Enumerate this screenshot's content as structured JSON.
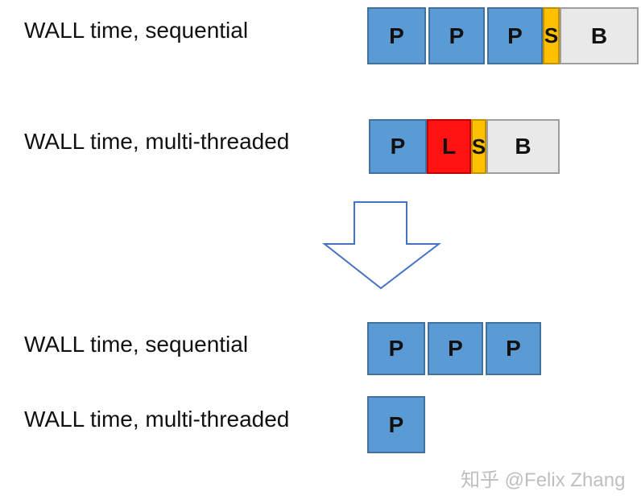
{
  "colors": {
    "blue_fill": "#5B9BD5",
    "blue_border": "#41719C",
    "red_fill": "#FF1212",
    "red_border": "#C00000",
    "yellow_fill": "#FFC000",
    "yellow_border": "#BF9000",
    "gray_fill": "#E9E9E9",
    "gray_border": "#9E9E9E",
    "arrow_stroke": "#4472C4",
    "watermark": "#BFBFBF"
  },
  "sections": {
    "before": {
      "sequential": {
        "label": "WALL time, sequential",
        "blocks": [
          {
            "letter": "P",
            "type": "blue"
          },
          {
            "letter": "P",
            "type": "blue"
          },
          {
            "letter": "P",
            "type": "blue"
          },
          {
            "letter": "S",
            "type": "yellow"
          },
          {
            "letter": "B",
            "type": "gray"
          }
        ]
      },
      "multithreaded": {
        "label": "WALL time, multi-threaded",
        "blocks": [
          {
            "letter": "P",
            "type": "blue"
          },
          {
            "letter": "L",
            "type": "red"
          },
          {
            "letter": "S",
            "type": "yellow"
          },
          {
            "letter": "B",
            "type": "gray"
          }
        ]
      }
    },
    "after": {
      "sequential": {
        "label": "WALL time, sequential",
        "blocks": [
          {
            "letter": "P",
            "type": "blue"
          },
          {
            "letter": "P",
            "type": "blue"
          },
          {
            "letter": "P",
            "type": "blue"
          }
        ]
      },
      "multithreaded": {
        "label": "WALL time, multi-threaded",
        "blocks": [
          {
            "letter": "P",
            "type": "blue"
          }
        ]
      }
    }
  },
  "watermark": {
    "text": "知乎 @Felix Zhang"
  }
}
